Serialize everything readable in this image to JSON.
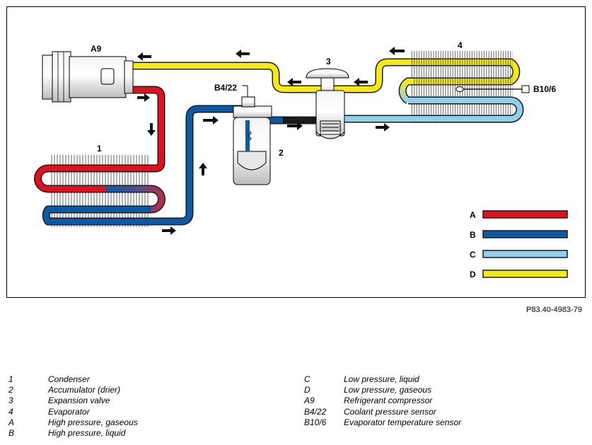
{
  "labels": {
    "a9": "A9",
    "n1": "1",
    "n2": "2",
    "n3": "3",
    "n4": "4",
    "b4_22": "B4/22",
    "b10_6": "B10/6"
  },
  "color_key": [
    {
      "key": "A",
      "color": "#e0101c"
    },
    {
      "key": "B",
      "color": "#0b5aa8"
    },
    {
      "key": "C",
      "color": "#8fd0ec"
    },
    {
      "key": "D",
      "color": "#f6ea10"
    }
  ],
  "reference": "P83.40-4983-79",
  "legend": {
    "left": [
      {
        "key": "1",
        "text": "Condenser"
      },
      {
        "key": "2",
        "text": "Accumulator (drier)"
      },
      {
        "key": "3",
        "text": "Expansion valve"
      },
      {
        "key": "4",
        "text": "Evaporator"
      },
      {
        "key": "A",
        "text": "High pressure, gaseous"
      },
      {
        "key": "B",
        "text": "High pressure, liquid"
      }
    ],
    "right": [
      {
        "key": "C",
        "text": "Low pressure, liquid"
      },
      {
        "key": "D",
        "text": "Low pressure, gaseous"
      },
      {
        "key": "A9",
        "text": "Refrigerant compressor"
      },
      {
        "key": "B4/22",
        "text": "Coolant pressure sensor"
      },
      {
        "key": "B10/6",
        "text": "Evaporator temperature sensor"
      }
    ]
  }
}
